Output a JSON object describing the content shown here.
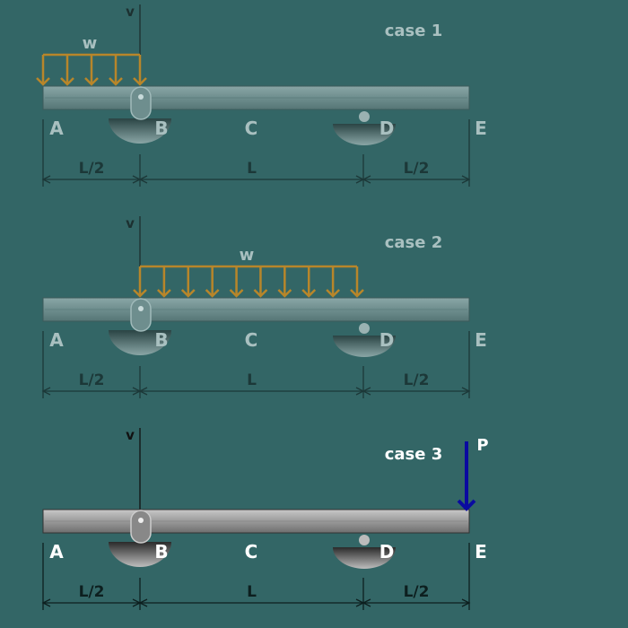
{
  "cases": [
    {
      "title": "case 1",
      "faded": true,
      "load": {
        "type": "distributed",
        "label": "w",
        "from": "A",
        "to": "B",
        "arrows": 5
      }
    },
    {
      "title": "case 2",
      "faded": true,
      "load": {
        "type": "distributed",
        "label": "w",
        "from": "B",
        "to": "D",
        "arrows": 10
      }
    },
    {
      "title": "case 3",
      "faded": false,
      "load": {
        "type": "point",
        "label": "P",
        "at": "E"
      }
    }
  ],
  "points": [
    "A",
    "B",
    "C",
    "D",
    "E"
  ],
  "axis_label": "v",
  "dimensions": [
    "L/2",
    "L",
    "L/2"
  ],
  "colors": {
    "background": "#336666",
    "load_distributed": "#b8862a",
    "load_point": "#0a0aa0",
    "text_faded": "#a9c0c0",
    "text_active": "#ffffff",
    "dim_line": "#0d1f1f"
  }
}
